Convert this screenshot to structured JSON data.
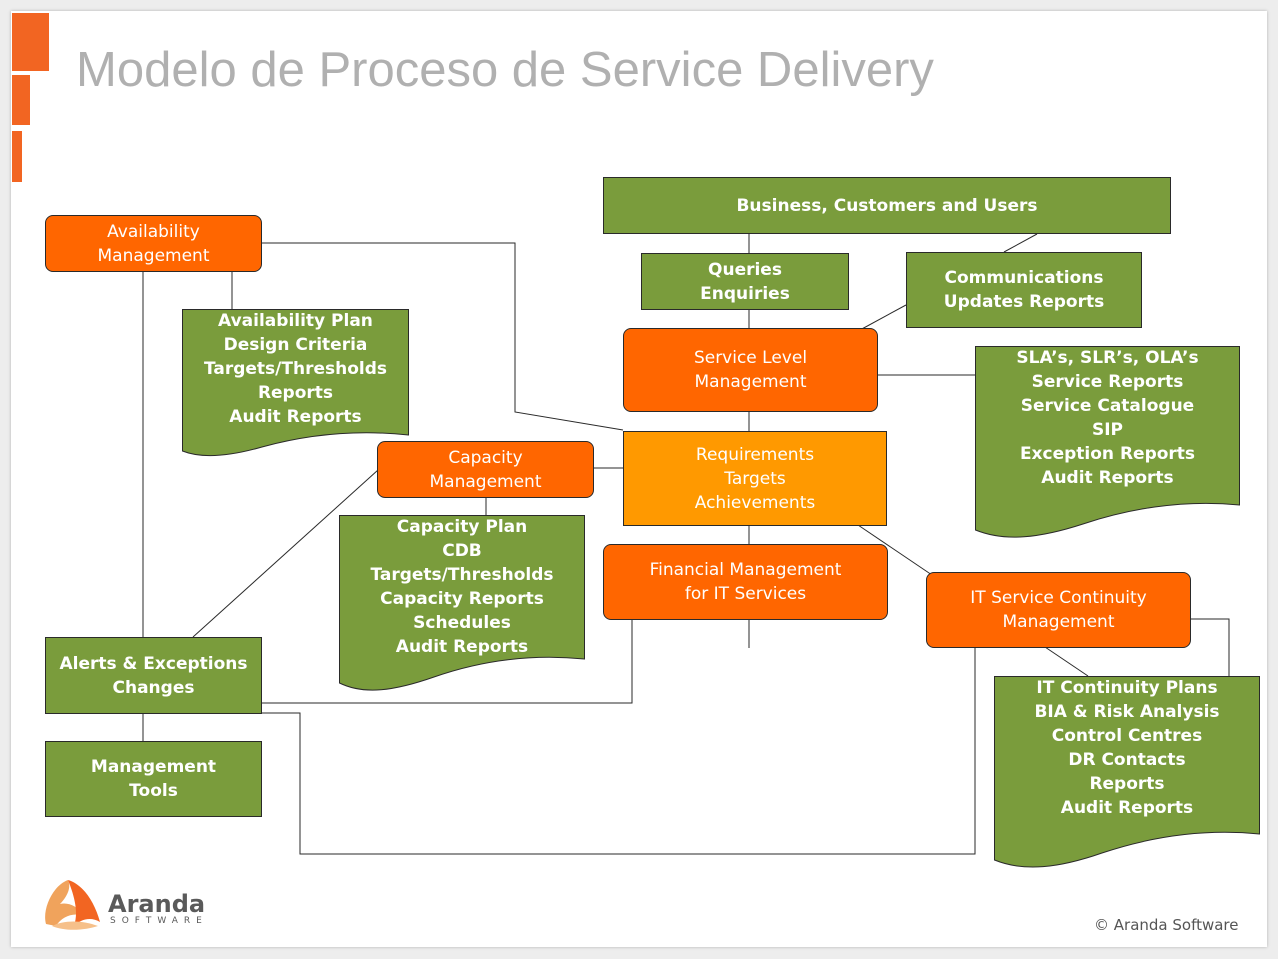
{
  "title": "Modelo de Proceso de Service Delivery",
  "colors": {
    "accent": "#f26522",
    "process": "#ff6600",
    "central": "#ff9900",
    "artifact": "#7a9c3c",
    "title_text": "#b0b0b0"
  },
  "diagram": {
    "business": {
      "lines": [
        "Business, Customers and Users"
      ]
    },
    "queries": {
      "lines": [
        "Queries",
        "Enquiries"
      ]
    },
    "communications": {
      "lines": [
        "Communications",
        "Updates Reports"
      ]
    },
    "service_level": {
      "lines": [
        "Service Level",
        "Management"
      ]
    },
    "sla_doc": {
      "lines": [
        "SLA’s, SLR’s, OLA’s",
        "Service Reports",
        "Service Catalogue",
        "SIP",
        "Exception Reports",
        "Audit Reports"
      ]
    },
    "requirements": {
      "lines": [
        "Requirements",
        "Targets",
        "Achievements"
      ]
    },
    "availability": {
      "lines": [
        "Availability",
        "Management"
      ]
    },
    "availability_doc": {
      "lines": [
        "Availability Plan",
        "Design Criteria",
        "Targets/Thresholds",
        "Reports",
        "Audit Reports"
      ]
    },
    "capacity": {
      "lines": [
        "Capacity",
        "Management"
      ]
    },
    "capacity_doc": {
      "lines": [
        "Capacity Plan",
        "CDB",
        "Targets/Thresholds",
        "Capacity Reports",
        "Schedules",
        "Audit Reports"
      ]
    },
    "financial": {
      "lines": [
        "Financial Management",
        "for IT Services"
      ]
    },
    "itscm": {
      "lines": [
        "IT Service Continuity",
        "Management"
      ]
    },
    "itscm_doc": {
      "lines": [
        "IT Continuity Plans",
        "BIA & Risk Analysis",
        "Control Centres",
        "DR Contacts",
        "Reports",
        "Audit Reports"
      ]
    },
    "alerts": {
      "lines": [
        "Alerts & Exceptions",
        "Changes"
      ]
    },
    "tools": {
      "lines": [
        "Management",
        "Tools"
      ]
    }
  },
  "logo": {
    "name": "Aranda",
    "tagline": "SOFTWARE"
  },
  "copyright": "© Aranda Software"
}
